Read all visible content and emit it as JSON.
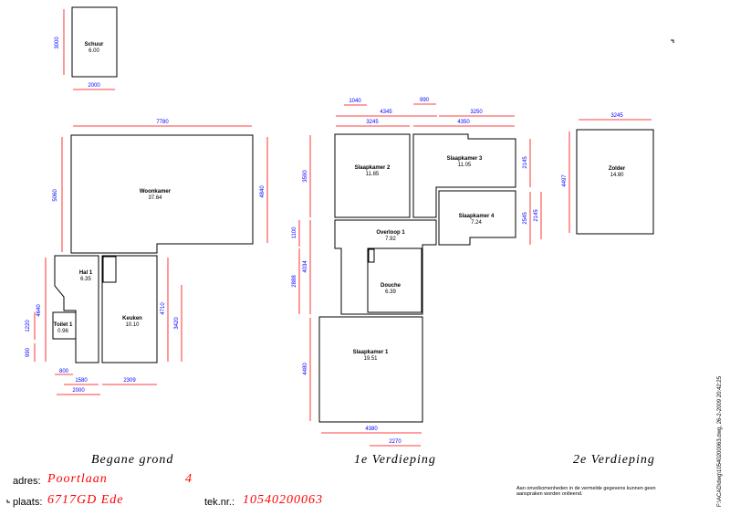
{
  "rooms": [
    {
      "id": "schuur",
      "name": "Schuur",
      "area": "6.00"
    },
    {
      "id": "woonkamer",
      "name": "Woonkamer",
      "area": "37.64"
    },
    {
      "id": "hal",
      "name": "Hal 1",
      "area": "6.35"
    },
    {
      "id": "keuken",
      "name": "Keuken",
      "area": "10.10"
    },
    {
      "id": "toilet",
      "name": "Toilet 1",
      "area": "0.96"
    },
    {
      "id": "slaapkamer2",
      "name": "Slaapkamer 2",
      "area": "11.85"
    },
    {
      "id": "slaapkamer3",
      "name": "Slaapkamer 3",
      "area": "11.05"
    },
    {
      "id": "slaapkamer4",
      "name": "Slaapkamer 4",
      "area": "7.24"
    },
    {
      "id": "overloop",
      "name": "Overloop 1",
      "area": "7.92"
    },
    {
      "id": "douche",
      "name": "Douche",
      "area": "6.39"
    },
    {
      "id": "slaapkamer1",
      "name": "Slaapkamer 1",
      "area": "19.51"
    },
    {
      "id": "zolder",
      "name": "Zolder",
      "area": "14.80"
    }
  ],
  "dimensions": [
    {
      "id": "d-schuur-h",
      "value": "3000"
    },
    {
      "id": "d-schuur-w",
      "value": "2000"
    },
    {
      "id": "d-woon-w",
      "value": "7780"
    },
    {
      "id": "d-woon-l",
      "value": "5060"
    },
    {
      "id": "d-woon-r",
      "value": "4840"
    },
    {
      "id": "d-left-total",
      "value": "4640"
    },
    {
      "id": "d-left-1220",
      "value": "1220"
    },
    {
      "id": "d-left-990",
      "value": "990"
    },
    {
      "id": "d-keuken-4710",
      "value": "4710"
    },
    {
      "id": "d-keuken-3420",
      "value": "3420"
    },
    {
      "id": "d-b-800",
      "value": "800"
    },
    {
      "id": "d-b-1580",
      "value": "1580"
    },
    {
      "id": "d-b-2309",
      "value": "2309"
    },
    {
      "id": "d-b-2000",
      "value": "2000"
    },
    {
      "id": "d-1-1040",
      "value": "1040"
    },
    {
      "id": "d-1-990",
      "value": "990"
    },
    {
      "id": "d-1-4345",
      "value": "4345"
    },
    {
      "id": "d-1-3250",
      "value": "3250"
    },
    {
      "id": "d-1-3245",
      "value": "3245"
    },
    {
      "id": "d-1-4350",
      "value": "4350"
    },
    {
      "id": "d-1-3590",
      "value": "3590"
    },
    {
      "id": "d-1-1100",
      "value": "1100"
    },
    {
      "id": "d-1-2888",
      "value": "2888"
    },
    {
      "id": "d-1-4034",
      "value": "4034"
    },
    {
      "id": "d-1-4480",
      "value": "4480"
    },
    {
      "id": "d-1-2145a",
      "value": "2145"
    },
    {
      "id": "d-1-2545",
      "value": "2545"
    },
    {
      "id": "d-1-2145b",
      "value": "2145"
    },
    {
      "id": "d-1-4380",
      "value": "4380"
    },
    {
      "id": "d-1-2270",
      "value": "2270"
    },
    {
      "id": "d-2-3245",
      "value": "3245"
    },
    {
      "id": "d-2-4497",
      "value": "4497"
    }
  ],
  "floors": {
    "ground": "Begane grond",
    "first": "1e Verdieping",
    "second": "2e Verdieping"
  },
  "meta": {
    "address_label": "adres:",
    "address_street": "Poortlaan",
    "address_number": "4",
    "place_label": "plaats:",
    "place_value": "6717GD  Ede",
    "tek_label": "tek.nr.:",
    "tek_value": "10540200063"
  },
  "disclaimer": "Aan onvolkomenheden in de vermelde gegevens kunnen geen aanspraken worden ontleend.",
  "filepath": "F:\\ACAD\\dwg\\10540200063.dwg, 26-2-2009 20:42:25",
  "colors": {
    "dimension_line": "#ff0000",
    "dimension_text": "#0000ff",
    "wall": "#000000",
    "meta_value": "#ff0000"
  }
}
